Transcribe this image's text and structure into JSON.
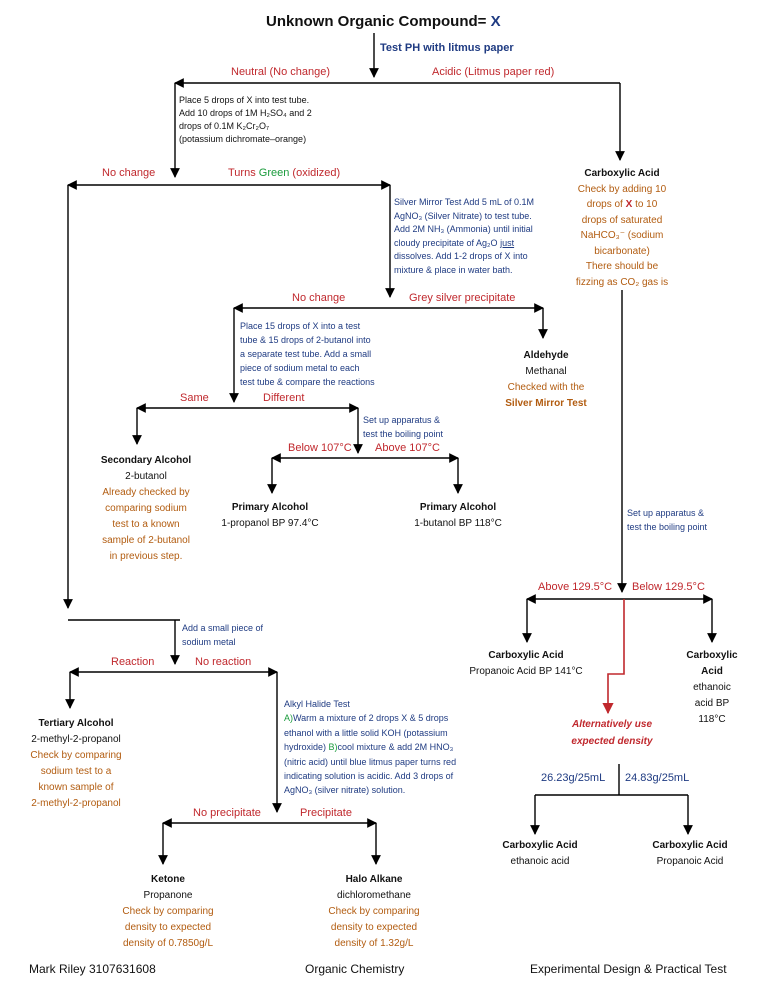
{
  "title": {
    "label": "Unknown Organic Compound=",
    "var": "X"
  },
  "step1": {
    "label": "Test PH with litmus paper",
    "neutral": "Neutral (No change)",
    "acidic": "Acidic (Litmus paper red)"
  },
  "dichromate": {
    "l1": "Place 5 drops of X into test tube.",
    "l2": "Add 10 drops of 1M H₂SO₄ and 2",
    "l3": "drops of 0.1M K₂Cr₂O₇",
    "l4": "(potassium dichromate–orange)",
    "no_change": "No change",
    "turns": "Turns",
    "green": "Green",
    "oxidized": "(oxidized)"
  },
  "carboxylic_top": {
    "title": "Carboxylic Acid",
    "l1": "Check by adding 10",
    "l2a": "drops of",
    "l2b": "X",
    "l2c": "to 10",
    "l3": "drops of saturated",
    "l4": "NaHCO₃⁻ (sodium",
    "l5": "bicarbonate)",
    "l6": "There should be",
    "l7": "fizzing as CO₂ gas is"
  },
  "silver_mirror": {
    "l1": "Silver Mirror Test Add 5  mL of 0.1M",
    "l2": "AgNO₃  (Silver Nitrate) to test tube.",
    "l3": "Add 2M NH₃ (Ammonia) until initial",
    "l4": "cloudy precipitate of Ag₂O",
    "l4u": "just",
    "l5": "dissolves. Add 1-2 drops of X into",
    "l6": "mixture & place in water bath.",
    "no_change": "No change",
    "grey": "Grey silver precipitate"
  },
  "aldehyde": {
    "title": "Aldehyde",
    "name": "Methanal",
    "l1": "Checked with the",
    "l2": "Silver Mirror Test"
  },
  "sodium_test": {
    "l1": "Place 15 drops of X into a test",
    "l2": "tube & 15 drops of 2-butanol into",
    "l3": "a separate test tube. Add a small",
    "l4": "piece of sodium metal to each",
    "l5": "test tube & compare the reactions",
    "same": "Same",
    "different": "Different"
  },
  "boiling1": {
    "l1": "Set up apparatus &",
    "l2": "test the boiling point",
    "below": "Below 107°C",
    "above": "Above 107°C"
  },
  "secondary": {
    "title": "Secondary Alcohol",
    "name": "2-butanol",
    "l1": "Already checked by",
    "l2": "comparing sodium",
    "l3": "test to a known",
    "l4": "sample of 2-butanol",
    "l5": "in previous step."
  },
  "primary1": {
    "title": "Primary Alcohol",
    "name": "1-propanol BP 97.4°C"
  },
  "primary2": {
    "title": "Primary Alcohol",
    "name": "1-butanol BP 118°C"
  },
  "boiling2": {
    "l1": "Set up apparatus &",
    "l2": "test the boiling point",
    "above": "Above 129.5°C",
    "below": "Below 129.5°C"
  },
  "carb_prop": {
    "title": "Carboxylic Acid",
    "name": "Propanoic Acid BP 141°C"
  },
  "carb_eth": {
    "title": "Carboxylic Acid",
    "name": "ethanoic acid BP 118°C"
  },
  "density": {
    "l1": "Alternatively use",
    "l2": "expected density",
    "left": "26.23g/25mL",
    "right": "24.83g/25mL"
  },
  "carb_eth2": {
    "title": "Carboxylic Acid",
    "name": "ethanoic acid"
  },
  "carb_prop2": {
    "title": "Carboxylic Acid",
    "name": "Propanoic Acid"
  },
  "sodium_small": {
    "l1": "Add a small piece of",
    "l2": "sodium metal",
    "reaction": "Reaction",
    "no_reaction": "No reaction"
  },
  "tertiary": {
    "title": "Tertiary Alcohol",
    "name": "2-methyl-2-propanol",
    "l1": "Check by comparing",
    "l2": "sodium test to a",
    "l3": "known sample of",
    "l4": "2-methyl-2-propanol"
  },
  "alkyl": {
    "title": "Alkyl Halide Test",
    "a": "A)",
    "l1": "Warm a mixture of 2 drops X & 5 drops",
    "l2": "ethanol with a little solid KOH (potassium",
    "l3a": "hydroxide)",
    "b": "B)",
    "l3b": "cool mixture & add 2M HNO₃",
    "l4": "(nitric acid) until blue litmus paper turns red",
    "l5": "indicating solution is acidic. Add 3 drops of",
    "l6": "AgNO₃ (silver nitrate) solution.",
    "no_precip": "No precipitate",
    "precip": "Precipitate"
  },
  "ketone": {
    "title": "Ketone",
    "name": "Propanone",
    "l1": "Check by comparing",
    "l2": "density to expected",
    "l3": "density of 0.7850g/L"
  },
  "halo": {
    "title": "Halo Alkane",
    "name": "dichloromethane",
    "l1": "Check by comparing",
    "l2": "density to expected",
    "l3": "density of 1.32g/L"
  },
  "footer": {
    "left": "Mark Riley 3107631608",
    "center": "Organic Chemistry",
    "right": "Experimental Design & Practical Test"
  },
  "colors": {
    "navy": "#1f3b82",
    "red": "#c0282d",
    "brown": "#b25c10",
    "green": "#1a9b3c"
  }
}
